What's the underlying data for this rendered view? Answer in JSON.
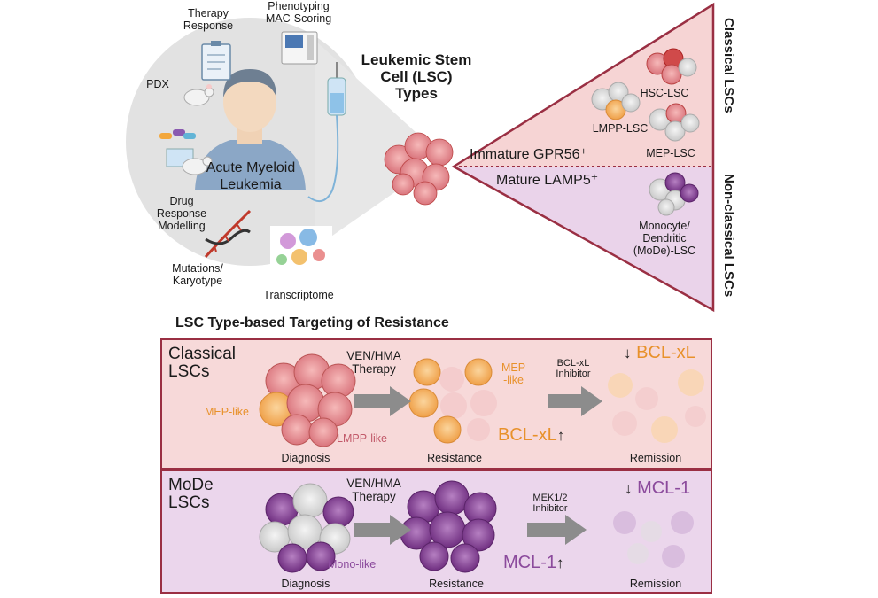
{
  "top": {
    "center_title": "Leukemic Stem\nCell (LSC)\nTypes",
    "patient_label": "Acute Myeloid\nLeukemia",
    "satellites": {
      "therapy_response": "Therapy\nResponse",
      "phenotyping": "Phenotyping\nMAC-Scoring",
      "pdx": "PDX",
      "drug_response": "Drug\nResponse\nModelling",
      "mutations": "Mutations/\nKaryotype",
      "transcriptome": "Transcriptome"
    },
    "triangle": {
      "immature": "Immature GPR56⁺",
      "mature": "Mature LAMP5⁺",
      "hsc": "HSC-LSC",
      "lmpp": "LMPP-LSC",
      "mep": "MEP-LSC",
      "mode": "Monocyte/\nDendritic\n(MoDe)-LSC"
    },
    "side_labels": {
      "classical": "Classical LSCs",
      "nonclassical": "Non-classical LSCs"
    }
  },
  "bottom": {
    "heading": "LSC Type-based Targeting of Resistance",
    "classical": {
      "title": "Classical\nLSCs",
      "mep_like": "MEP-like",
      "lmpp_like": "LMPP-like",
      "therapy": "VEN/HMA\nTherapy",
      "mep_like2": "MEP\n-like",
      "inhibitor": "BCL-xL\nInhibitor",
      "bcl_up": "BCL-xL",
      "bcl_down": "BCL-xL",
      "diagnosis": "Diagnosis",
      "resistance": "Resistance",
      "remission": "Remission"
    },
    "mode": {
      "title": "MoDe\nLSCs",
      "mono_like": "Mono-like",
      "therapy": "VEN/HMA\nTherapy",
      "inhibitor": "MEK1/2\nInhibitor",
      "mcl_up": "MCL-1",
      "mcl_down": "MCL-1",
      "diagnosis": "Diagnosis",
      "resistance": "Resistance",
      "remission": "Remission"
    }
  },
  "colors": {
    "classical_bg": "#f7d9d9",
    "mode_bg": "#e9d6ea",
    "border": "#9a2f43",
    "orange": "#e8912b",
    "purple": "#8b4a9c"
  }
}
